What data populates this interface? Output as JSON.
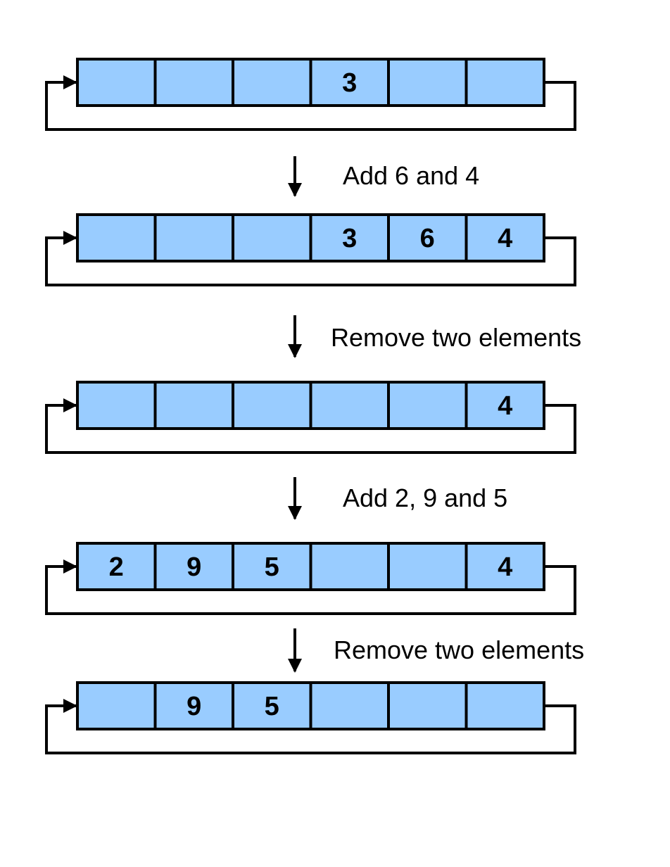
{
  "colors": {
    "cell_fill": "#99ccff",
    "stroke": "#000000",
    "background": "#ffffff"
  },
  "buffers": [
    {
      "cells": [
        "",
        "",
        "",
        "3",
        "",
        ""
      ]
    },
    {
      "cells": [
        "",
        "",
        "",
        "3",
        "6",
        "4"
      ]
    },
    {
      "cells": [
        "",
        "",
        "",
        "",
        "",
        "4"
      ]
    },
    {
      "cells": [
        "2",
        "9",
        "5",
        "",
        "",
        "4"
      ]
    },
    {
      "cells": [
        "",
        "9",
        "5",
        "",
        "",
        ""
      ]
    }
  ],
  "steps": [
    {
      "label": "Add 6 and 4",
      "icon": "arrow-down-icon"
    },
    {
      "label": "Remove two elements",
      "icon": "arrow-down-icon"
    },
    {
      "label": "Add 2, 9 and 5",
      "icon": "arrow-down-icon"
    },
    {
      "label": "Remove two elements",
      "icon": "arrow-down-icon"
    }
  ]
}
